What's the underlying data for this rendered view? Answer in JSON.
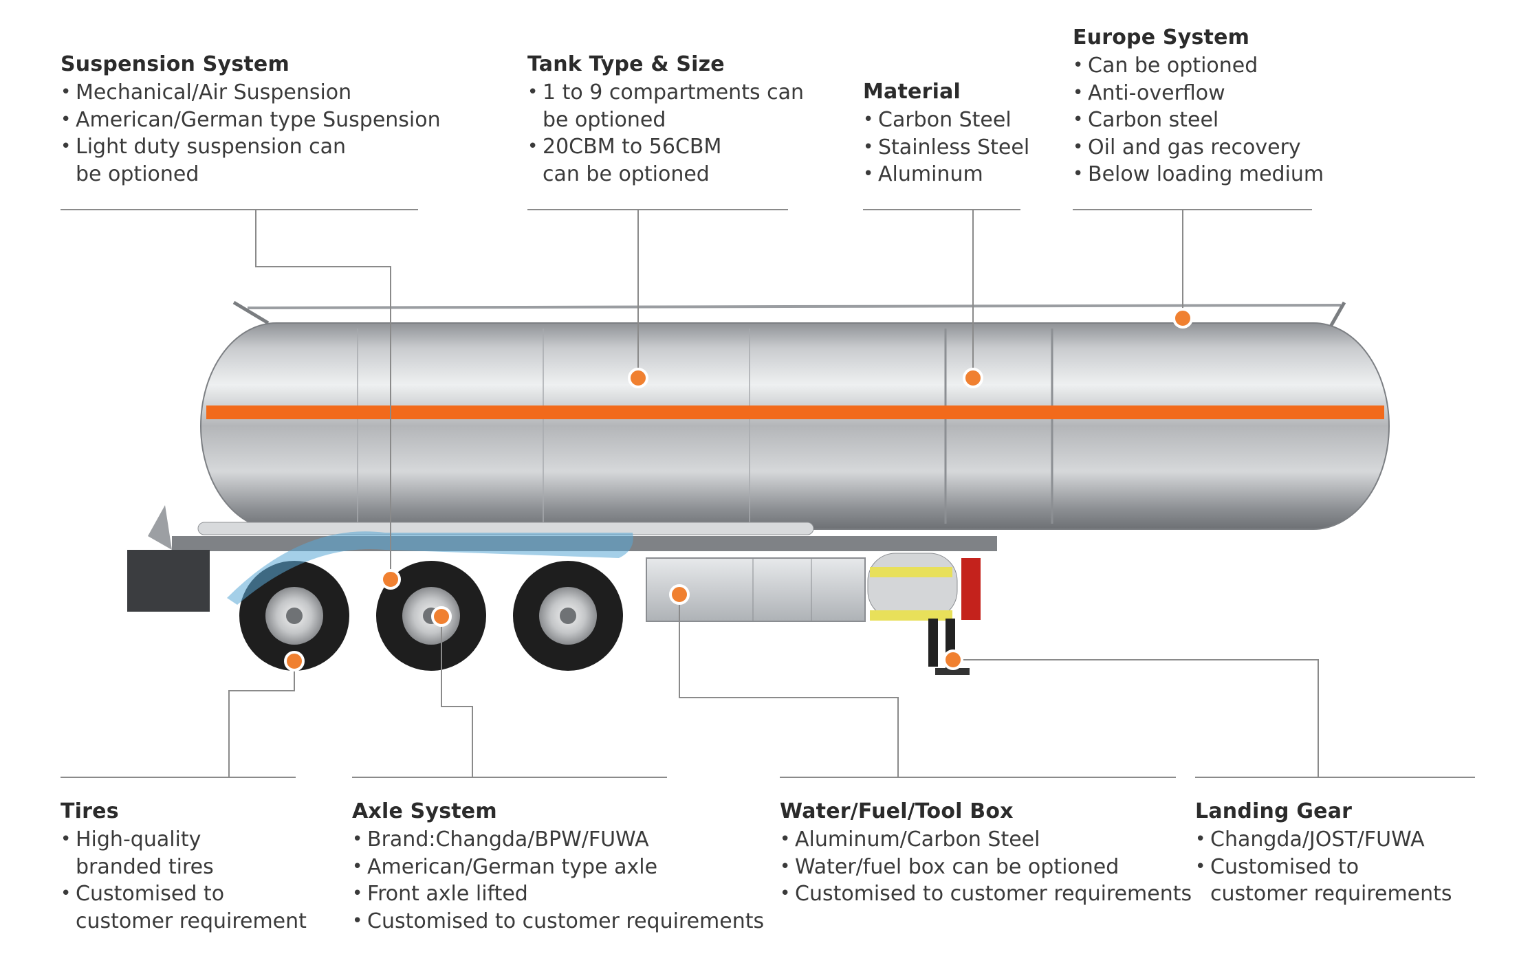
{
  "callouts": {
    "suspension": {
      "title": "Suspension System",
      "items": [
        "Mechanical/Air Suspension",
        "American/German type Suspension",
        "Light duty suspension can be optioned"
      ]
    },
    "tank": {
      "title": "Tank Type & Size",
      "items": [
        "1 to 9 compartments can be optioned",
        "20CBM to 56CBM can be optioned"
      ]
    },
    "material": {
      "title": "Material",
      "items": [
        "Carbon Steel",
        "Stainless Steel",
        "Aluminum"
      ]
    },
    "europe": {
      "title": "Europe System",
      "items": [
        "Can be optioned",
        "Anti-overflow",
        "Carbon steel",
        "Oil and gas recovery",
        "Below loading medium"
      ]
    },
    "tires": {
      "title": "Tires",
      "items": [
        "High-quality branded tires",
        "Customised to customer requirement"
      ]
    },
    "axle": {
      "title": "Axle System",
      "items": [
        "Brand:Changda/BPW/FUWA",
        "American/German type axle",
        "Front axle lifted",
        "Customised to customer requirements"
      ]
    },
    "toolbox": {
      "title": "Water/Fuel/Tool Box",
      "items": [
        "Aluminum/Carbon Steel",
        "Water/fuel box can be optioned",
        "Customised to customer requirements"
      ]
    },
    "landing": {
      "title": "Landing Gear",
      "items": [
        "Changda/JOST/FUWA",
        "Customised to customer requirements"
      ]
    }
  },
  "colors": {
    "accent": "#f08030",
    "stripe": "#f26a1b",
    "leader": "#8a8a8a",
    "tank": "#b9bcc0",
    "tire": "#1e1e1e"
  }
}
